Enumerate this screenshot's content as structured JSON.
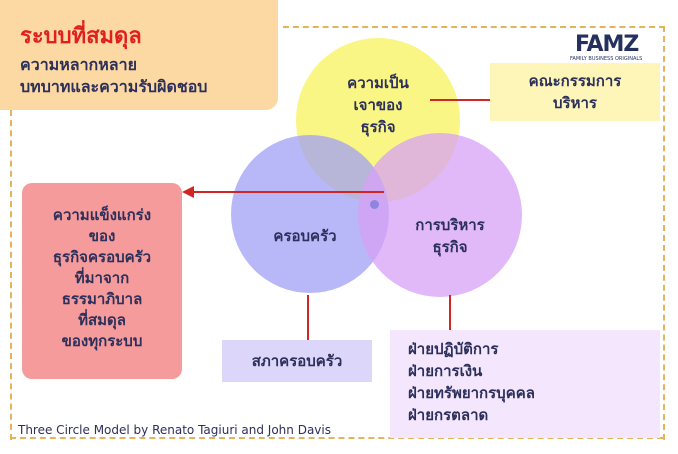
{
  "title": {
    "main": "ระบบที่สมดุล",
    "sub1": "ความหลากหลาย",
    "sub2": "บทบาทและความรับผิดชอบ"
  },
  "logo": {
    "name": "FAMZ",
    "tagline": "FAMILY BUSINESS ORIGINALS"
  },
  "circles": {
    "ownership": [
      "ความเป็น",
      "เจาของ",
      "ธุรกิจ"
    ],
    "family": "ครอบครัว",
    "management": [
      "การบริหาร",
      "ธุรกิจ"
    ]
  },
  "board": [
    "คณะกรรมการ",
    "บริหาร"
  ],
  "result": [
    "ความแข็งแกร่ง",
    "ของ",
    "ธุรกิจครอบครัว",
    "ที่มาจาก",
    "ธรรมาภิบาล",
    "ที่สมดุล",
    "ของทุกระบบ"
  ],
  "family_council": "สภาครอบครัว",
  "departments": [
    "ฝ่ายปฏิบัติการ",
    "ฝ่ายการเงิน",
    "ฝ่ายทรัพยากรบุคคล",
    "ฝ่ายกรตลาด"
  ],
  "caption": "Three Circle Model by Renato Tagiuri and John Davis"
}
